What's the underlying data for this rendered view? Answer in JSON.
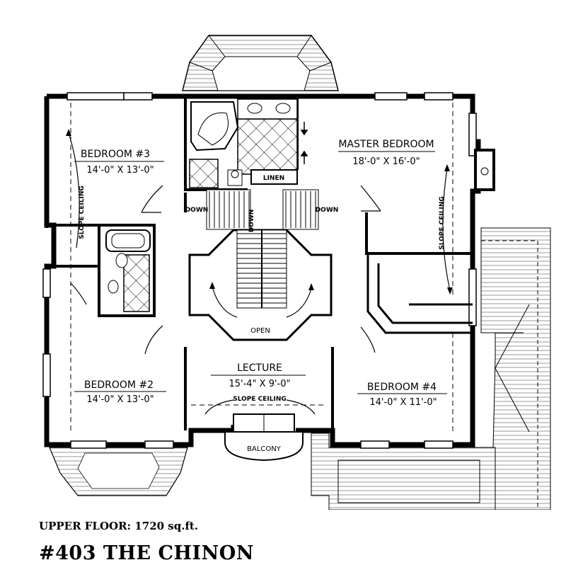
{
  "rooms": {
    "bedroom3": {
      "name": "BEDROOM #3",
      "dims": "14'-0\" X 13'-0\""
    },
    "master": {
      "name": "MASTER BEDROOM",
      "dims": "18'-0\" X 16'-0\""
    },
    "bedroom2": {
      "name": "BEDROOM #2",
      "dims": "14'-0\" X 13'-0\""
    },
    "lecture": {
      "name": "LECTURE",
      "dims": "15'-4\" X 9'-0\""
    },
    "bedroom4": {
      "name": "BEDROOM #4",
      "dims": "14'-0\" X 11'-0\""
    }
  },
  "notes": {
    "slope_ceiling": "SLOPE CEILING",
    "linen": "LINEN",
    "down": "DOWN",
    "open": "OPEN",
    "balcony": "BALCONY"
  },
  "caption": {
    "floor": "UPPER FLOOR: 1720 sq.ft.",
    "plan_name": "#403 THE CHINON"
  }
}
